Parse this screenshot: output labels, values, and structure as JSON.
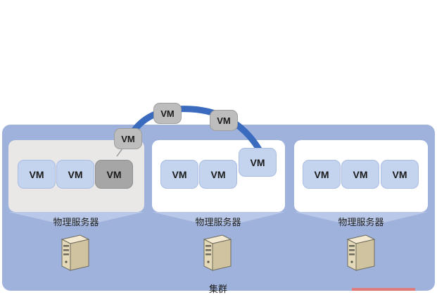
{
  "vm_label": "VM",
  "hosts": [
    {
      "label": "物理服务器",
      "vms": [
        "VM",
        "VM",
        "VM"
      ]
    },
    {
      "label": "物理服务器",
      "vms": [
        "VM",
        "VM",
        "VM"
      ]
    },
    {
      "label": "物理服务器",
      "vms": [
        "VM",
        "VM",
        "VM"
      ]
    }
  ],
  "migration_vms": [
    "VM",
    "VM",
    "VM"
  ],
  "cluster_label": "集群",
  "colors": {
    "cluster_bg": "#9fb2dc",
    "vm_blue": "#c4d3ee",
    "vm_gray": "#a6a6a6",
    "arc_blue": "#3a6bbf"
  }
}
